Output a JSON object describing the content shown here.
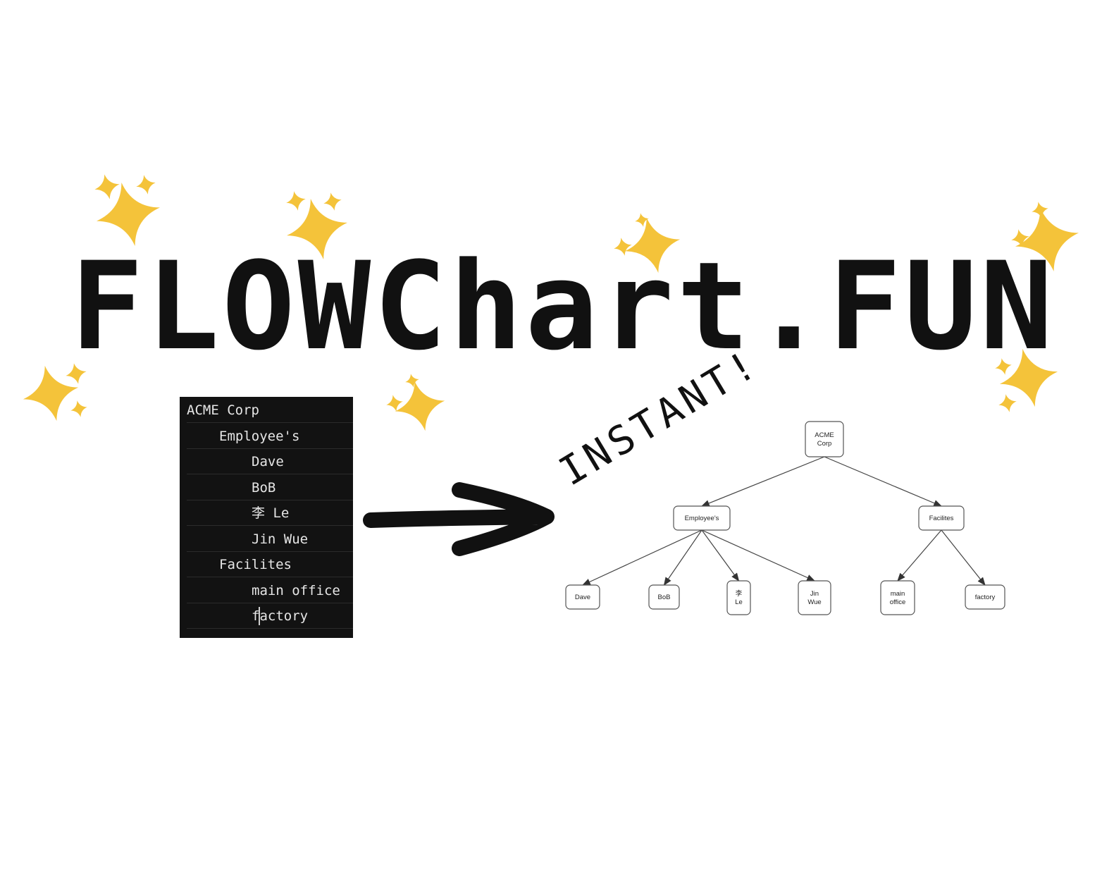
{
  "title": "FLOWChart.FUN",
  "tagline": "INSTANT!",
  "editor": {
    "lines": [
      {
        "text": "ACME Corp",
        "indent": 0
      },
      {
        "text": "Employee's",
        "indent": 1
      },
      {
        "text": "Dave",
        "indent": 2
      },
      {
        "text": "BoB",
        "indent": 2
      },
      {
        "text": "李 Le",
        "indent": 2
      },
      {
        "text": "Jin Wue",
        "indent": 2
      },
      {
        "text": "Facilites",
        "indent": 1
      },
      {
        "text": "main office",
        "indent": 2
      },
      {
        "text": "factory",
        "indent": 2
      }
    ]
  },
  "diagram": {
    "nodes": [
      {
        "id": "acme",
        "lines": [
          "ACME",
          "Corp"
        ]
      },
      {
        "id": "employees",
        "lines": [
          "Employee's"
        ]
      },
      {
        "id": "facilites",
        "lines": [
          "Facilites"
        ]
      },
      {
        "id": "dave",
        "lines": [
          "Dave"
        ]
      },
      {
        "id": "bob",
        "lines": [
          "BoB"
        ]
      },
      {
        "id": "le",
        "lines": [
          "李",
          "Le"
        ]
      },
      {
        "id": "jin",
        "lines": [
          "Jin",
          "Wue"
        ]
      },
      {
        "id": "main",
        "lines": [
          "main",
          "office"
        ]
      },
      {
        "id": "factory",
        "lines": [
          "factory"
        ]
      }
    ],
    "edges": [
      [
        "acme",
        "employees"
      ],
      [
        "acme",
        "facilites"
      ],
      [
        "employees",
        "dave"
      ],
      [
        "employees",
        "bob"
      ],
      [
        "employees",
        "le"
      ],
      [
        "employees",
        "jin"
      ],
      [
        "facilites",
        "main"
      ],
      [
        "facilites",
        "factory"
      ]
    ]
  },
  "colors": {
    "sparkle": "#F4C33A",
    "ink": "#111111",
    "editor_bg": "#121212",
    "editor_text": "#E6E6E6"
  },
  "icons": {
    "sparkle": "sparkles-icon",
    "arrow": "arrow-right-icon"
  }
}
